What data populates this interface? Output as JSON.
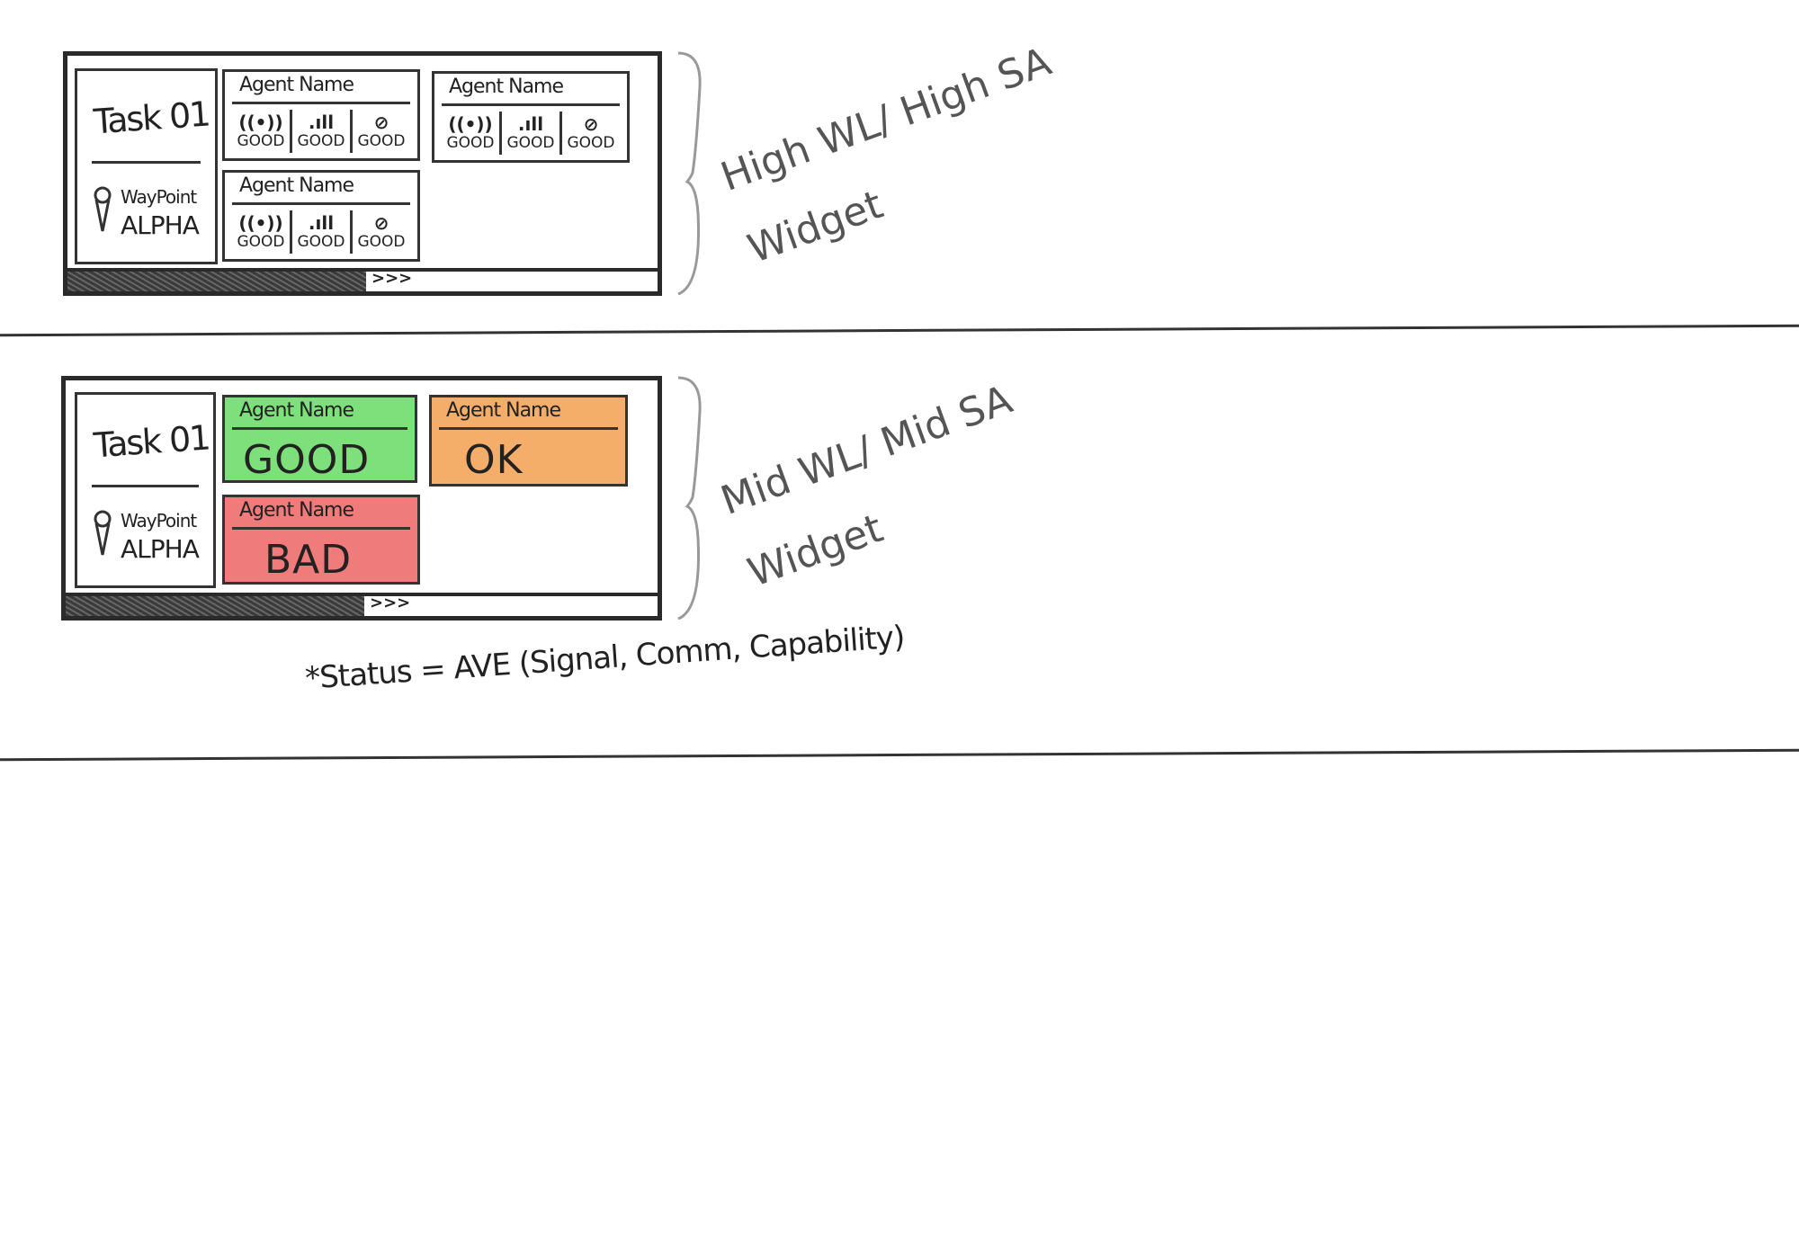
{
  "sections": [
    {
      "task": {
        "title": "Task 01",
        "waypoint_label": "WayPoint",
        "waypoint_name": "ALPHA"
      },
      "agents": [
        {
          "name": "Agent Name",
          "signal": "GOOD",
          "comm": "GOOD",
          "capability": "GOOD"
        },
        {
          "name": "Agent Name",
          "signal": "GOOD",
          "comm": "GOOD",
          "capability": "GOOD"
        },
        {
          "name": "Agent Name",
          "signal": "GOOD",
          "comm": "GOOD",
          "capability": "GOOD"
        }
      ],
      "scroll_arrow": ">>>",
      "annotation_line1": "High WL/ High SA",
      "annotation_line2": "Widget"
    },
    {
      "task": {
        "title": "Task 01",
        "waypoint_label": "WayPoint",
        "waypoint_name": "ALPHA"
      },
      "agents": [
        {
          "name": "Agent Name",
          "status": "GOOD",
          "color": "#7de07a"
        },
        {
          "name": "Agent Name",
          "status": "OK",
          "color": "#f5ad6a"
        },
        {
          "name": "Agent Name",
          "status": "BAD",
          "color": "#f07b7b"
        }
      ],
      "scroll_arrow": ">>>",
      "annotation_line1": "Mid WL/ Mid SA",
      "annotation_line2": "Widget",
      "formula": "*Status = AVE (Signal, Comm, Capability)"
    }
  ],
  "icons": {
    "signal": "((•))",
    "comm": ".ıll",
    "capability": "⊘"
  }
}
